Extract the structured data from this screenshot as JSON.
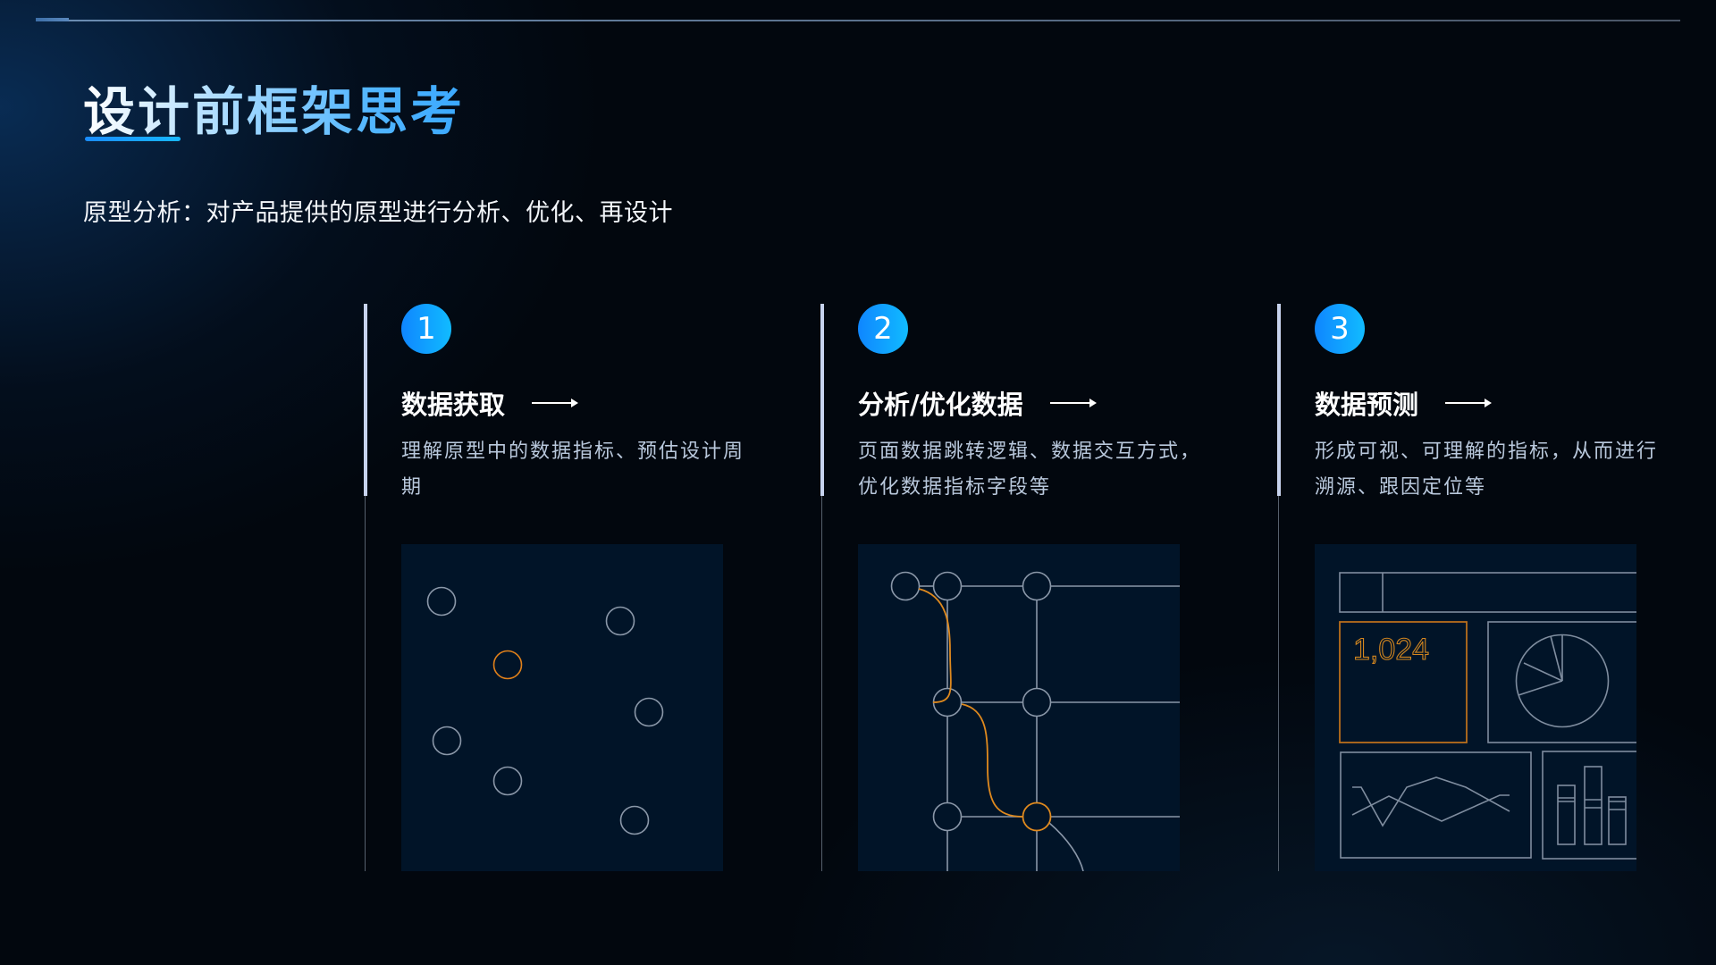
{
  "header": {
    "title": "设计前框架思考",
    "subtitle": "原型分析：对产品提供的原型进行分析、优化、再设计"
  },
  "colors": {
    "accent_blue": "#1a8cff",
    "accent_cyan": "#11bbff",
    "highlight_orange": "#e08a1e",
    "line_gray": "#8a97a8",
    "panel_bg": "#011428",
    "page_bg": "#02070e"
  },
  "steps": [
    {
      "number": "1",
      "title": "数据获取",
      "arrow_icon": "right-arrow",
      "description": "理解原型中的数据指标、预估设计周期",
      "illustration": "scattered-nodes"
    },
    {
      "number": "2",
      "title": "分析/优化数据",
      "arrow_icon": "right-arrow",
      "description": "页面数据跳转逻辑、数据交互方式，优化数据指标字段等",
      "illustration": "node-grid-path"
    },
    {
      "number": "3",
      "title": "数据预测",
      "arrow_icon": "right-arrow",
      "description": "形成可视、可理解的指标，从而进行溯源、跟因定位等",
      "illustration": "dashboard-wireframe",
      "dashboard_metric": "1,024"
    }
  ]
}
